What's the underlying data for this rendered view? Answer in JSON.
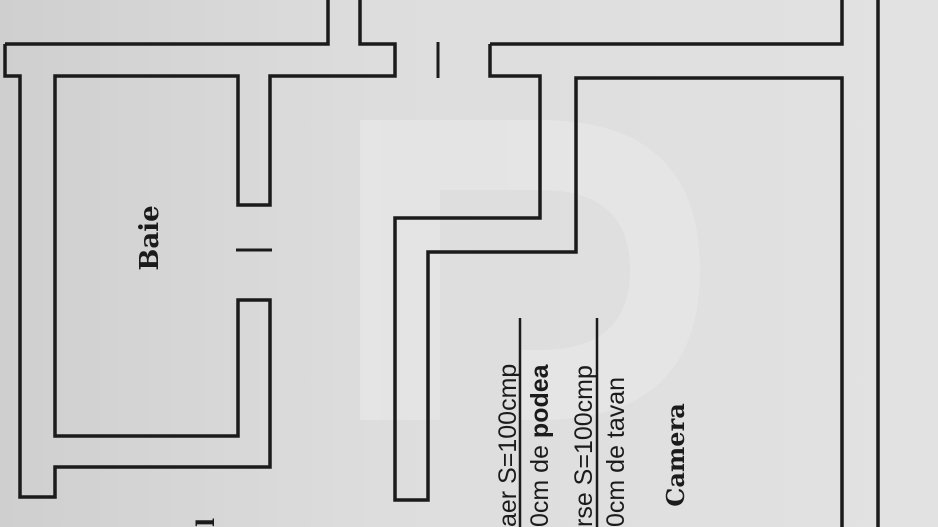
{
  "rooms": {
    "baie": "Baie",
    "camera": "Camera",
    "partial_label": "l"
  },
  "notes": {
    "line1": "aer S=100cmp",
    "line2_prefix": "0cm de ",
    "line2_bold": "podea",
    "line3": "rse S=100cmp",
    "line4": "0cm de tavan"
  },
  "colors": {
    "paper": "#dcdcdc",
    "ink": "#1b1b1b",
    "watermark": "#e6e6e6"
  }
}
